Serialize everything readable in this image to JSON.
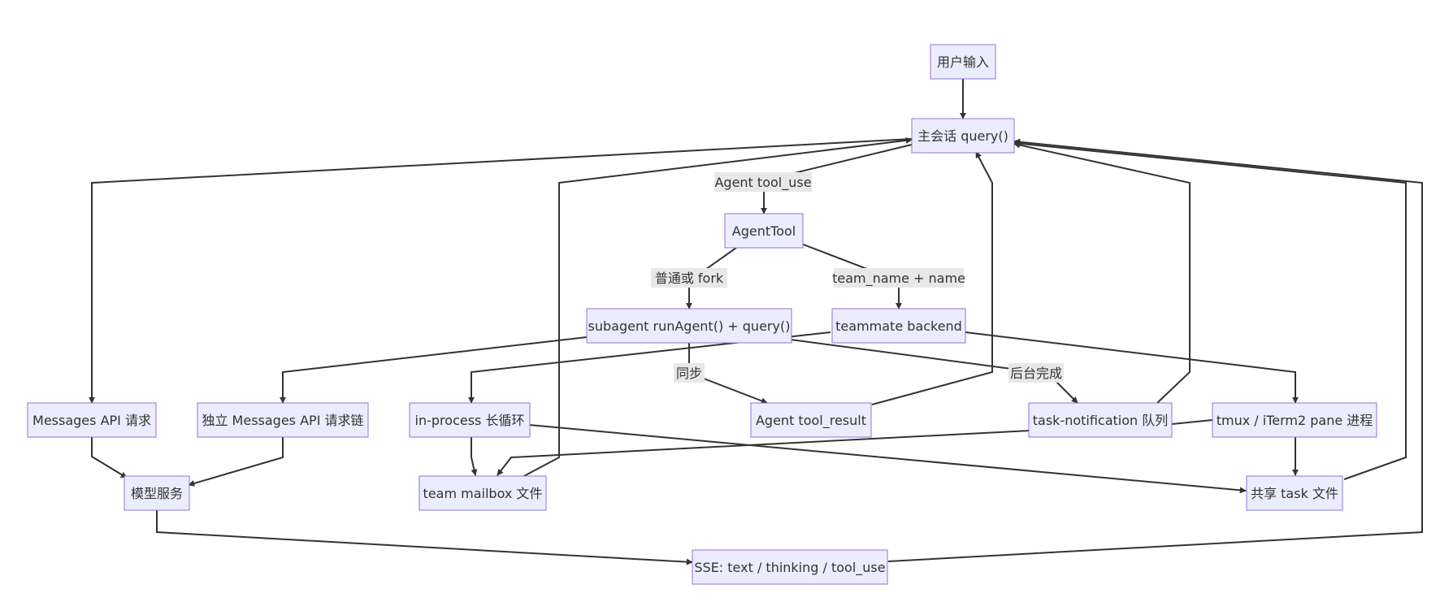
{
  "nodes": {
    "user_input": "用户输入",
    "main_query": "主会话 query()",
    "agent_tool": "AgentTool",
    "subagent": "subagent runAgent() + query()",
    "teammate_backend": "teammate backend",
    "messages_api": "Messages API 请求",
    "independent_chain": "独立 Messages API 请求链",
    "in_process": "in-process 长循环",
    "agent_tool_result": "Agent tool_result",
    "task_notification": "task-notification 队列",
    "tmux_pane": "tmux / iTerm2 pane 进程",
    "model_service": "模型服务",
    "team_mailbox": "team mailbox 文件",
    "shared_task": "共享 task 文件",
    "sse": "SSE: text / thinking / tool_use"
  },
  "edge_labels": {
    "agent_tool_use": "Agent tool_use",
    "normal_or_fork": "普通或 fork",
    "team_name": "team_name + name",
    "sync": "同步",
    "background_done": "后台完成"
  },
  "colors": {
    "node_fill": "#ECECFF",
    "node_stroke": "#9370DB",
    "edge": "#333333",
    "label_bg": "#e8e8e8"
  }
}
